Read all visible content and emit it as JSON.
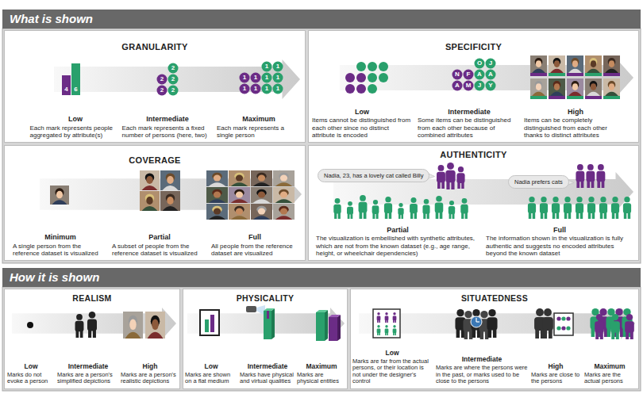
{
  "diagram": {
    "nodes": [
      {
        "text": [
          "What is shown"
        ]
      },
      {
        "text": [
          "GRANULARITY",
          "Low",
          "Each mark represents people aggregated by attribute(s)",
          "Intermediate",
          "Each mark represents a fixed number of persons (here, two)",
          "Maximum",
          "Each mark represents a single person"
        ],
        "in": 0
      },
      {
        "text": [
          "SPECIFICITY",
          "Low",
          "Items cannot be distinguished from each other since no distinct attribute is encoded",
          "Intermediate",
          "Some items can be distinguished from each other because of combined attributes",
          "High",
          "Items can be completely distinguished from each other thanks to distinct attributes"
        ],
        "in": 0
      },
      {
        "text": [
          "COVERAGE",
          "Minimum",
          "A single person from the reference dataset is visualized",
          "Partial",
          "A subset of people from the reference dataset is visualized",
          "Full",
          "All people from the reference dataset are visualized"
        ],
        "in": 0
      },
      {
        "text": [
          "AUTHENTICITY",
          "Partial",
          "The visualization is embellished with synthetic attributes, which are not from the known dataset (e.g., age range, height, or wheelchair dependencies)",
          "Full",
          "The information shown in the visualization is fully authentic and suggests no encoded attributes beyond the known dataset"
        ],
        "in": 0
      },
      {
        "text": [
          "Nadia, 23, has a lovely cat called Billy"
        ],
        "in": 4
      },
      {
        "text": [
          "Nadia prefers cats"
        ],
        "in": 4
      },
      {
        "text": [
          "How it is shown"
        ]
      },
      {
        "text": [
          "REALISM",
          "Low",
          "Marks do not evoke a person",
          "Intermediate",
          "Marks are a person's simplified depictions",
          "High",
          "Marks are a person's realistic depictions"
        ],
        "in": 7
      },
      {
        "text": [
          "PHYSICALITY",
          "Low",
          "Marks are shown on a flat medium",
          "Intermediate",
          "Marks have physical and virtual qualities",
          "Maximum",
          "Marks are physical entities"
        ],
        "in": 7
      },
      {
        "text": [
          "SITUATEDNESS",
          "Low",
          "Marks are far from the actual persons, or their location is not under the designer's control",
          "Intermediate",
          "Marks are where the persons were in the past, or marks used to be close to the persons",
          "High",
          "Marks are close to the persons",
          "Maximum",
          "Marks are the actual persons"
        ],
        "in": 7
      }
    ],
    "labels": [
      "4",
      "6",
      "2",
      "2",
      "2",
      "2",
      "2",
      "1",
      "1",
      "1",
      "1",
      "1",
      "1",
      "1",
      "1",
      "1",
      "1",
      "O",
      "J",
      "N",
      "F",
      "A",
      "A",
      "A",
      "M",
      "J",
      "Y"
    ]
  }
}
